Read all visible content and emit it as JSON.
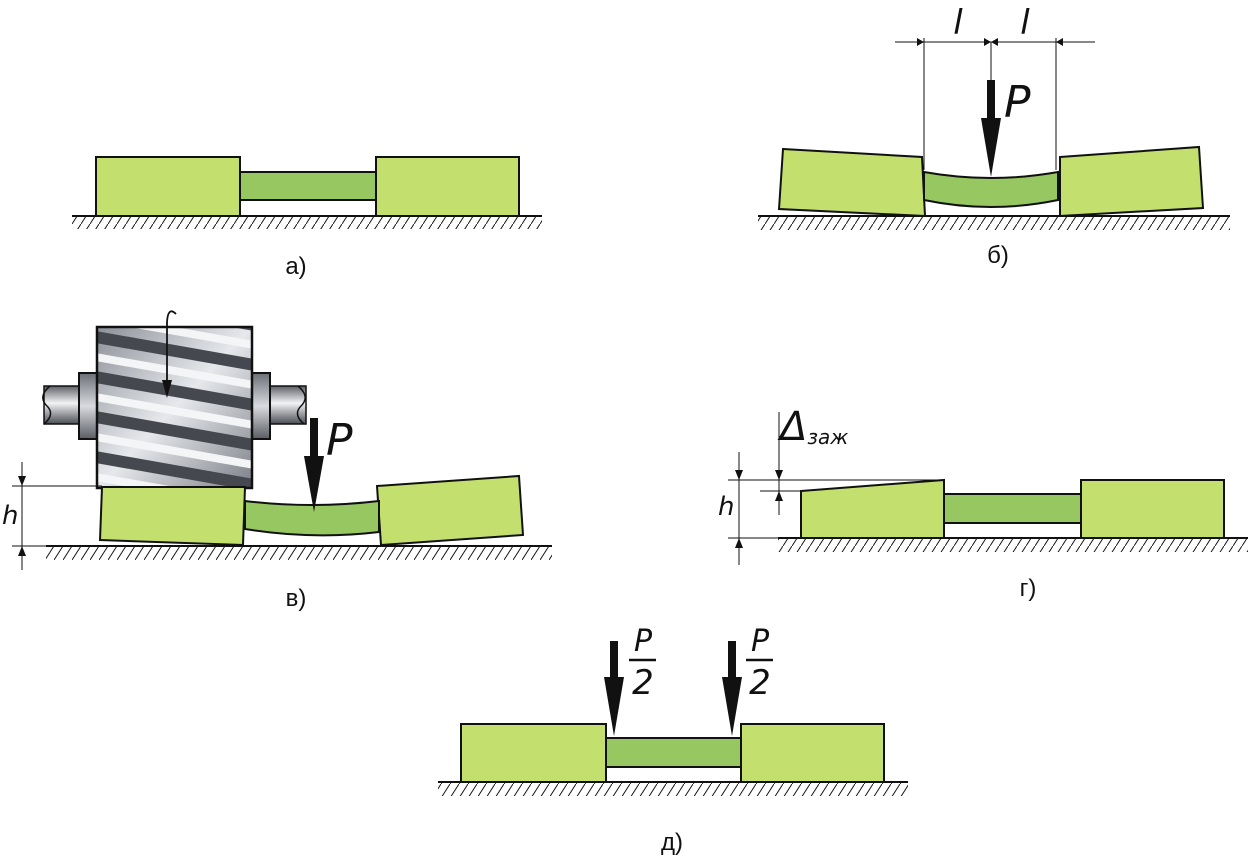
{
  "colors": {
    "pad": "#c3e06e",
    "strip": "#97c761",
    "outline": "#111111",
    "roller_dark": "#3b3d42",
    "roller_light": "#e8eaee"
  },
  "panels": {
    "a": {
      "caption": "а)"
    },
    "b": {
      "caption": "б)",
      "span_left": "l",
      "span_right": "l",
      "force": "P"
    },
    "v": {
      "caption": "в)",
      "force": "P",
      "height": "h"
    },
    "g": {
      "caption": "г)",
      "height": "h",
      "clamp_gap": "Δ",
      "clamp_gap_sub": "заж"
    },
    "d": {
      "caption": "д)",
      "force_left_num": "P",
      "force_left_den": "2",
      "force_right_num": "P",
      "force_right_den": "2"
    }
  }
}
